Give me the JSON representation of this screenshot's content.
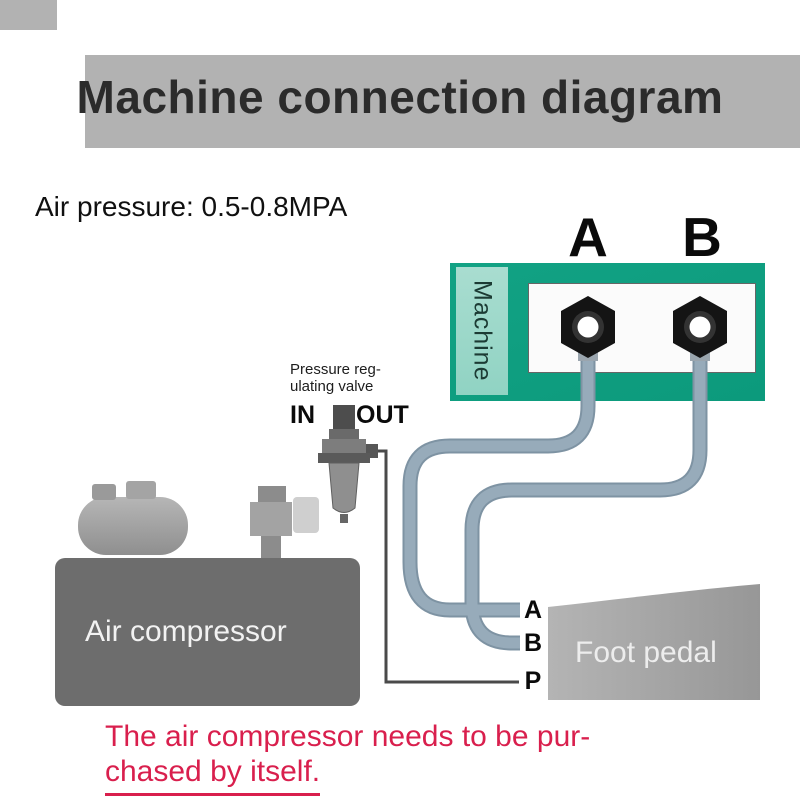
{
  "title": "Machine connection diagram",
  "pressure_note": "Air pressure: 0.5-0.8MPA",
  "machine": {
    "label": "Machine",
    "port_a_label": "A",
    "port_b_label": "B"
  },
  "valve": {
    "caption_line1": "Pressure reg-",
    "caption_line2": "ulating valve",
    "in_label": "IN",
    "out_label": "OUT"
  },
  "compressor": {
    "label": "Air compressor"
  },
  "pedal": {
    "label": "Foot pedal",
    "port_a_label": "A",
    "port_b_label": "B",
    "port_p_label": "P"
  },
  "note": {
    "line1": "The air compressor needs to be pur-",
    "line2": "chased by itself."
  },
  "colors": {
    "banner": "#b2b2b2",
    "title_text": "#2b2b2b",
    "machine_teal": "#12a284",
    "machine_strip": "#90d3c3",
    "tank": "#8f8f8f",
    "compressor_body": "#6d6d6d",
    "pedal": "#a6a6a6",
    "tube": "#97abba",
    "tube_dark": "#7e93a3",
    "supply_line": "#4a4a4a",
    "nut": "#141414",
    "note_red": "#d91f4d"
  }
}
